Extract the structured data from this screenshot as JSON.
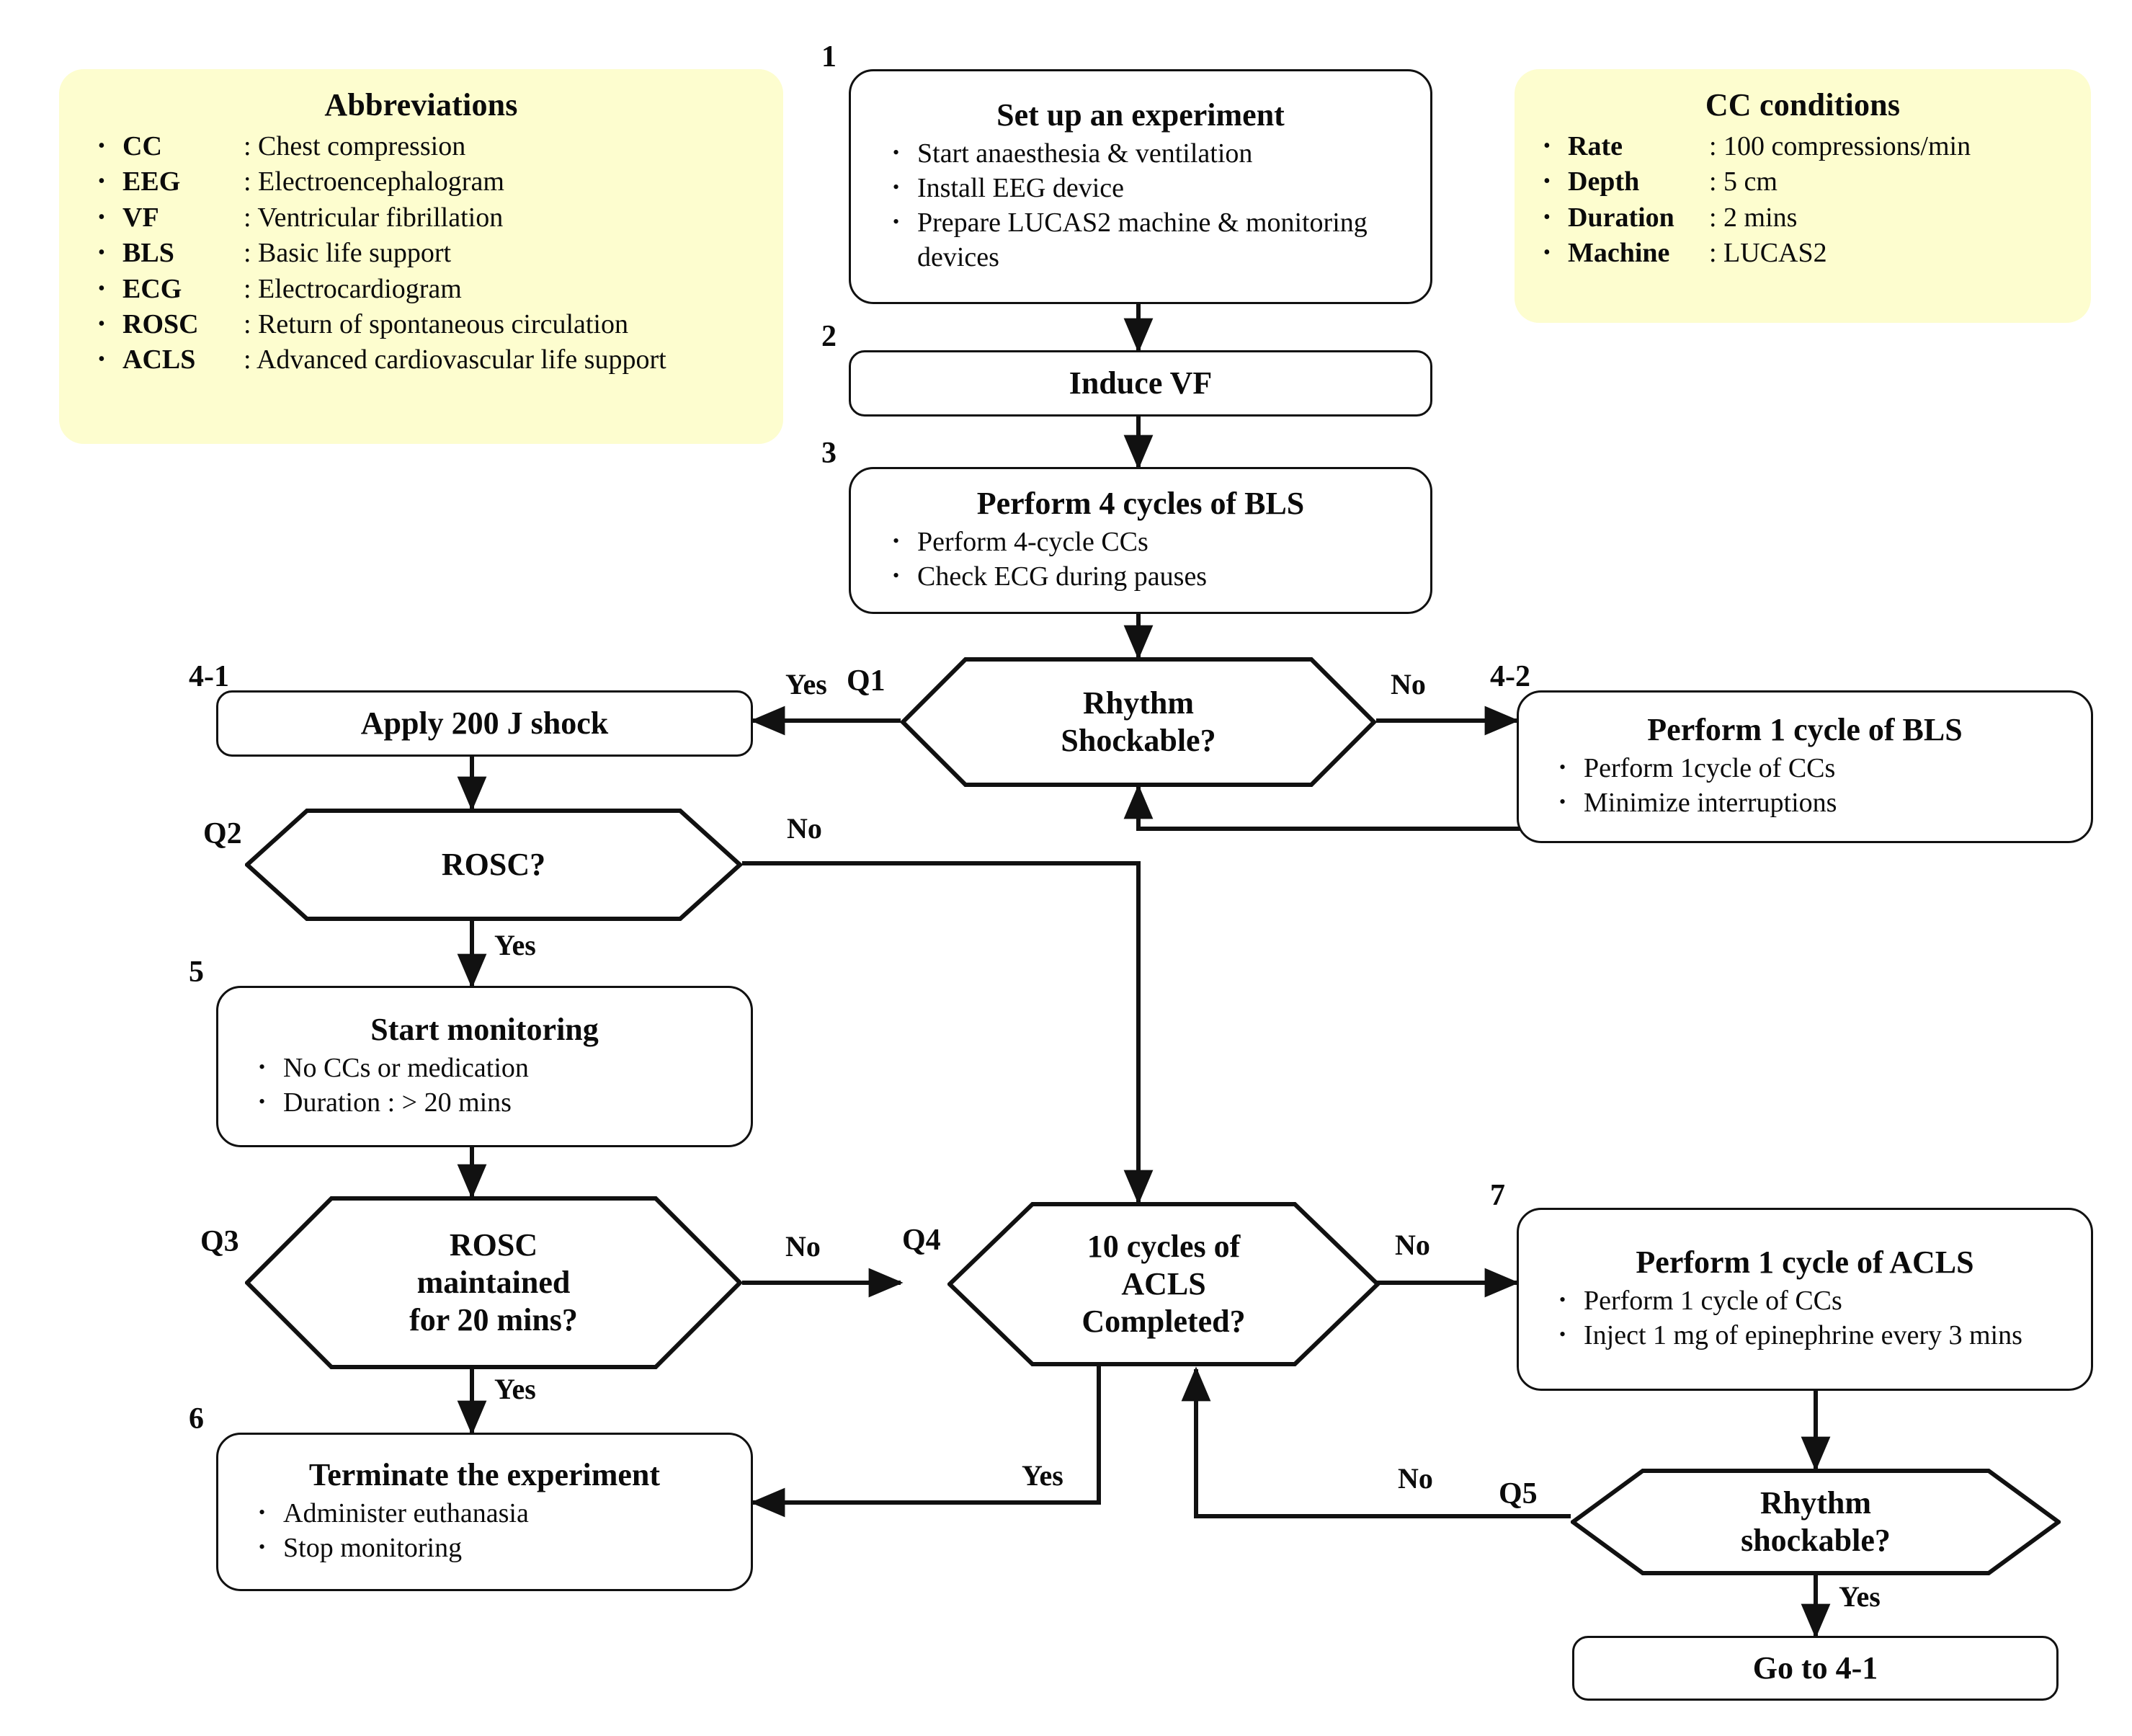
{
  "diagram": {
    "type": "flowchart",
    "title": "Cardiac arrest animal experiment protocol flowchart"
  },
  "legends": [
    {
      "id": "abbreviations",
      "title": "Abbreviations",
      "items": [
        {
          "term": "CC",
          "def": ": Chest compression"
        },
        {
          "term": "EEG",
          "def": ": Electroencephalogram"
        },
        {
          "term": "VF",
          "def": ": Ventricular fibrillation"
        },
        {
          "term": "BLS",
          "def": ": Basic life support"
        },
        {
          "term": "ECG",
          "def": ": Electrocardiogram"
        },
        {
          "term": "ROSC",
          "def": ": Return of spontaneous circulation"
        },
        {
          "term": "ACLS",
          "def": ": Advanced cardiovascular life support"
        }
      ]
    },
    {
      "id": "cc-conditions",
      "title": "CC conditions",
      "items": [
        {
          "term": "Rate",
          "def": ": 100 compressions/min"
        },
        {
          "term": "Depth",
          "def": ": 5 cm"
        },
        {
          "term": "Duration",
          "def": ": 2 mins"
        },
        {
          "term": "Machine",
          "def": ": LUCAS2"
        }
      ]
    }
  ],
  "nodes": {
    "n1": {
      "tag": "1",
      "title": "Set up an experiment",
      "bullets": [
        "Start anaesthesia & ventilation",
        "Install EEG device",
        "Prepare LUCAS2 machine & monitoring devices"
      ]
    },
    "n2": {
      "tag": "2",
      "title": "Induce VF",
      "bullets": []
    },
    "n3": {
      "tag": "3",
      "title": "Perform 4 cycles of BLS",
      "bullets": [
        "Perform 4-cycle CCs",
        "Check ECG during pauses"
      ]
    },
    "n41": {
      "tag": "4-1",
      "title": "Apply 200 J shock",
      "bullets": []
    },
    "n42": {
      "tag": "4-2",
      "title": "Perform 1 cycle of BLS",
      "bullets": [
        "Perform 1cycle of CCs",
        "Minimize interruptions"
      ]
    },
    "n5": {
      "tag": "5",
      "title": "Start monitoring",
      "bullets": [
        "No CCs or medication",
        "Duration : > 20 mins"
      ]
    },
    "n6": {
      "tag": "6",
      "title": "Terminate the experiment",
      "bullets": [
        "Administer euthanasia",
        "Stop monitoring"
      ]
    },
    "n7": {
      "tag": "7",
      "title": "Perform 1 cycle of ACLS",
      "bullets": [
        "Perform 1 cycle of CCs",
        "Inject 1 mg of epinephrine every 3 mins"
      ]
    },
    "nGoto": {
      "tag": "",
      "title": "Go to 4-1",
      "bullets": []
    }
  },
  "decisions": {
    "q1": {
      "tag": "Q1",
      "text": "Rhythm\nShockable?"
    },
    "q2": {
      "tag": "Q2",
      "text": "ROSC?"
    },
    "q3": {
      "tag": "Q3",
      "text": "ROSC\nmaintained\nfor 20 mins?"
    },
    "q4": {
      "tag": "Q4",
      "text": "10 cycles of\nACLS\nCompleted?"
    },
    "q5": {
      "tag": "Q5",
      "text": "Rhythm\nshockable?"
    }
  },
  "edge_labels": {
    "q1_yes": "Yes",
    "q1_no": "No",
    "q2_no": "No",
    "q2_yes": "Yes",
    "q3_no": "No",
    "q3_yes": "Yes",
    "q4_no": "No",
    "q4_yes": "Yes",
    "q5_no": "No",
    "q5_yes": "Yes"
  },
  "colors": {
    "legend_background": "#fdfdcf",
    "stroke": "#111111",
    "node_background": "#ffffff",
    "page_background": "#ffffff",
    "text": "#0b0b0b"
  }
}
